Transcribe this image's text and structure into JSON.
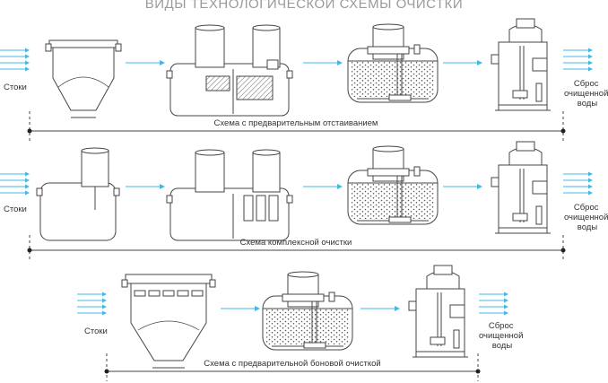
{
  "title": "ВИДЫ ТЕХНОЛОГИЧЕСКОЙ СХЕМЫ ОЧИСТКИ",
  "colors": {
    "arrow": "#46b8e0",
    "line": "#444444",
    "title": "#9a9a9a"
  },
  "rows": [
    {
      "input_label": "Стоки",
      "output_label": [
        "Сброс",
        "очищенной",
        "воды"
      ],
      "caption": "Схема с предварительным отстаиванием",
      "stages": [
        "settling-tank",
        "dual-chamber-tank",
        "bio-reactor",
        "clarifier"
      ]
    },
    {
      "input_label": "Стоки",
      "output_label": [
        "Сброс",
        "очищенной",
        "воды"
      ],
      "caption": "Схема комплексной очистки",
      "stages": [
        "receiving-tank",
        "dual-chamber-tank",
        "bio-reactor",
        "clarifier"
      ]
    },
    {
      "input_label": "Стоки",
      "output_label": [
        "Сброс",
        "очищенной",
        "воды"
      ],
      "caption": "Схема с предварительной боновой очисткой",
      "stages": [
        "boom-settling-tank",
        "bio-reactor",
        "clarifier"
      ]
    }
  ]
}
